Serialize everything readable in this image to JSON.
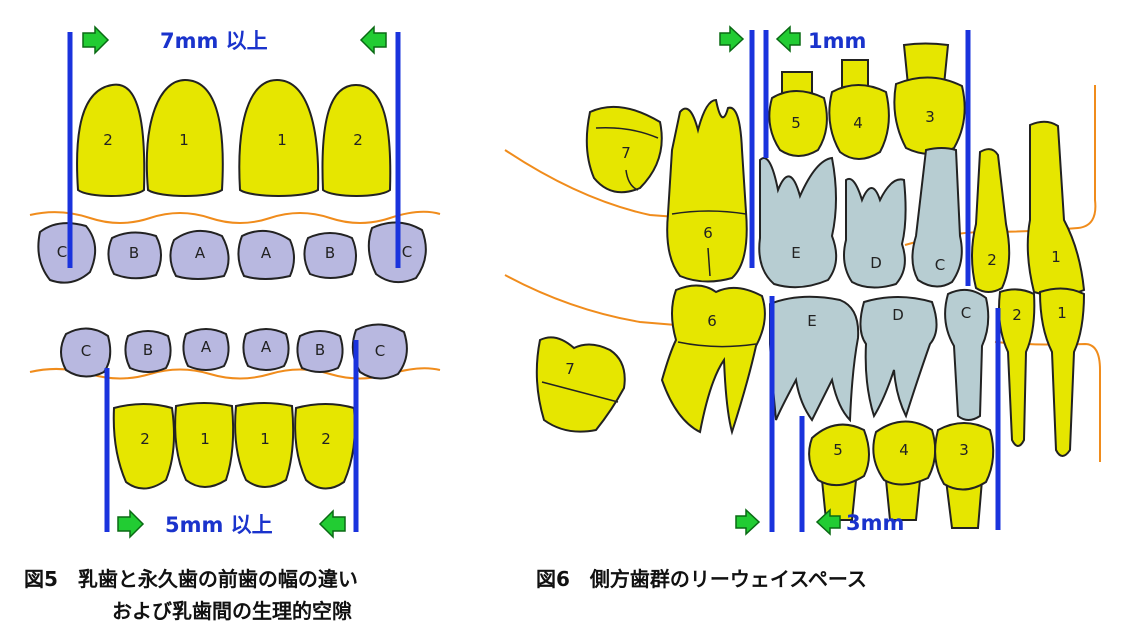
{
  "fig5": {
    "measure_top": "7mm 以上",
    "measure_bottom": "5mm 以上",
    "upper_permanent": [
      "2",
      "1",
      "1",
      "2"
    ],
    "upper_primary": [
      "C",
      "B",
      "A",
      "A",
      "B",
      "C"
    ],
    "lower_primary": [
      "C",
      "B",
      "A",
      "A",
      "B",
      "C"
    ],
    "lower_permanent": [
      "2",
      "1",
      "1",
      "2"
    ],
    "caption_line1": "図5　乳歯と永久歯の前歯の幅の違い",
    "caption_line2": "および乳歯間の生理的空隙"
  },
  "fig6": {
    "measure_top": "1mm",
    "measure_bottom": "3mm",
    "upper_premolars": [
      "5",
      "4",
      "3"
    ],
    "upper_molars": [
      "7",
      "6"
    ],
    "upper_primary": [
      "E",
      "D",
      "C"
    ],
    "upper_incisors": [
      "2",
      "1"
    ],
    "lower_molars": [
      "6",
      "7"
    ],
    "lower_primary": [
      "E",
      "D",
      "C"
    ],
    "lower_incisors": [
      "2",
      "1"
    ],
    "lower_premolars": [
      "5",
      "4",
      "3"
    ],
    "caption": "図6　側方歯群のリーウェイスペース"
  },
  "colors": {
    "permanent_tooth": "#e6e600",
    "primary_tooth_fig5": "#b8b8e0",
    "primary_tooth_fig6": "#b7cdd2",
    "measure_bar": "#1a33dd",
    "arrow": "#22cc33",
    "gum_line": "#f08c1c",
    "measure_text": "#1a33cc"
  }
}
